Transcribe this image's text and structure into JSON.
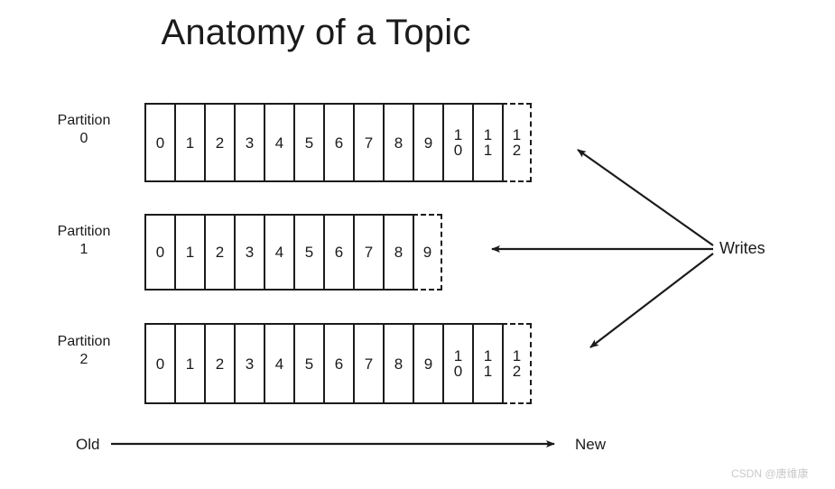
{
  "title": "Anatomy of a Topic",
  "partitions": [
    {
      "label_line1": "Partition",
      "label_line2": "0",
      "offsets": [
        "0",
        "1",
        "2",
        "3",
        "4",
        "5",
        "6",
        "7",
        "8",
        "9",
        "10",
        "11",
        "12"
      ],
      "pending_offset": "12"
    },
    {
      "label_line1": "Partition",
      "label_line2": "1",
      "offsets": [
        "0",
        "1",
        "2",
        "3",
        "4",
        "5",
        "6",
        "7",
        "8",
        "9"
      ],
      "pending_offset": "9"
    },
    {
      "label_line1": "Partition",
      "label_line2": "2",
      "offsets": [
        "0",
        "1",
        "2",
        "3",
        "4",
        "5",
        "6",
        "7",
        "8",
        "9",
        "10",
        "11",
        "12"
      ],
      "pending_offset": "12"
    }
  ],
  "writes": {
    "label": "Writes"
  },
  "axis": {
    "old_label": "Old",
    "new_label": "New"
  },
  "watermark": "CSDN @唐维康",
  "colors": {
    "stroke": "#1b1b1b",
    "background": "#ffffff",
    "watermark": "#c9c9c9"
  }
}
